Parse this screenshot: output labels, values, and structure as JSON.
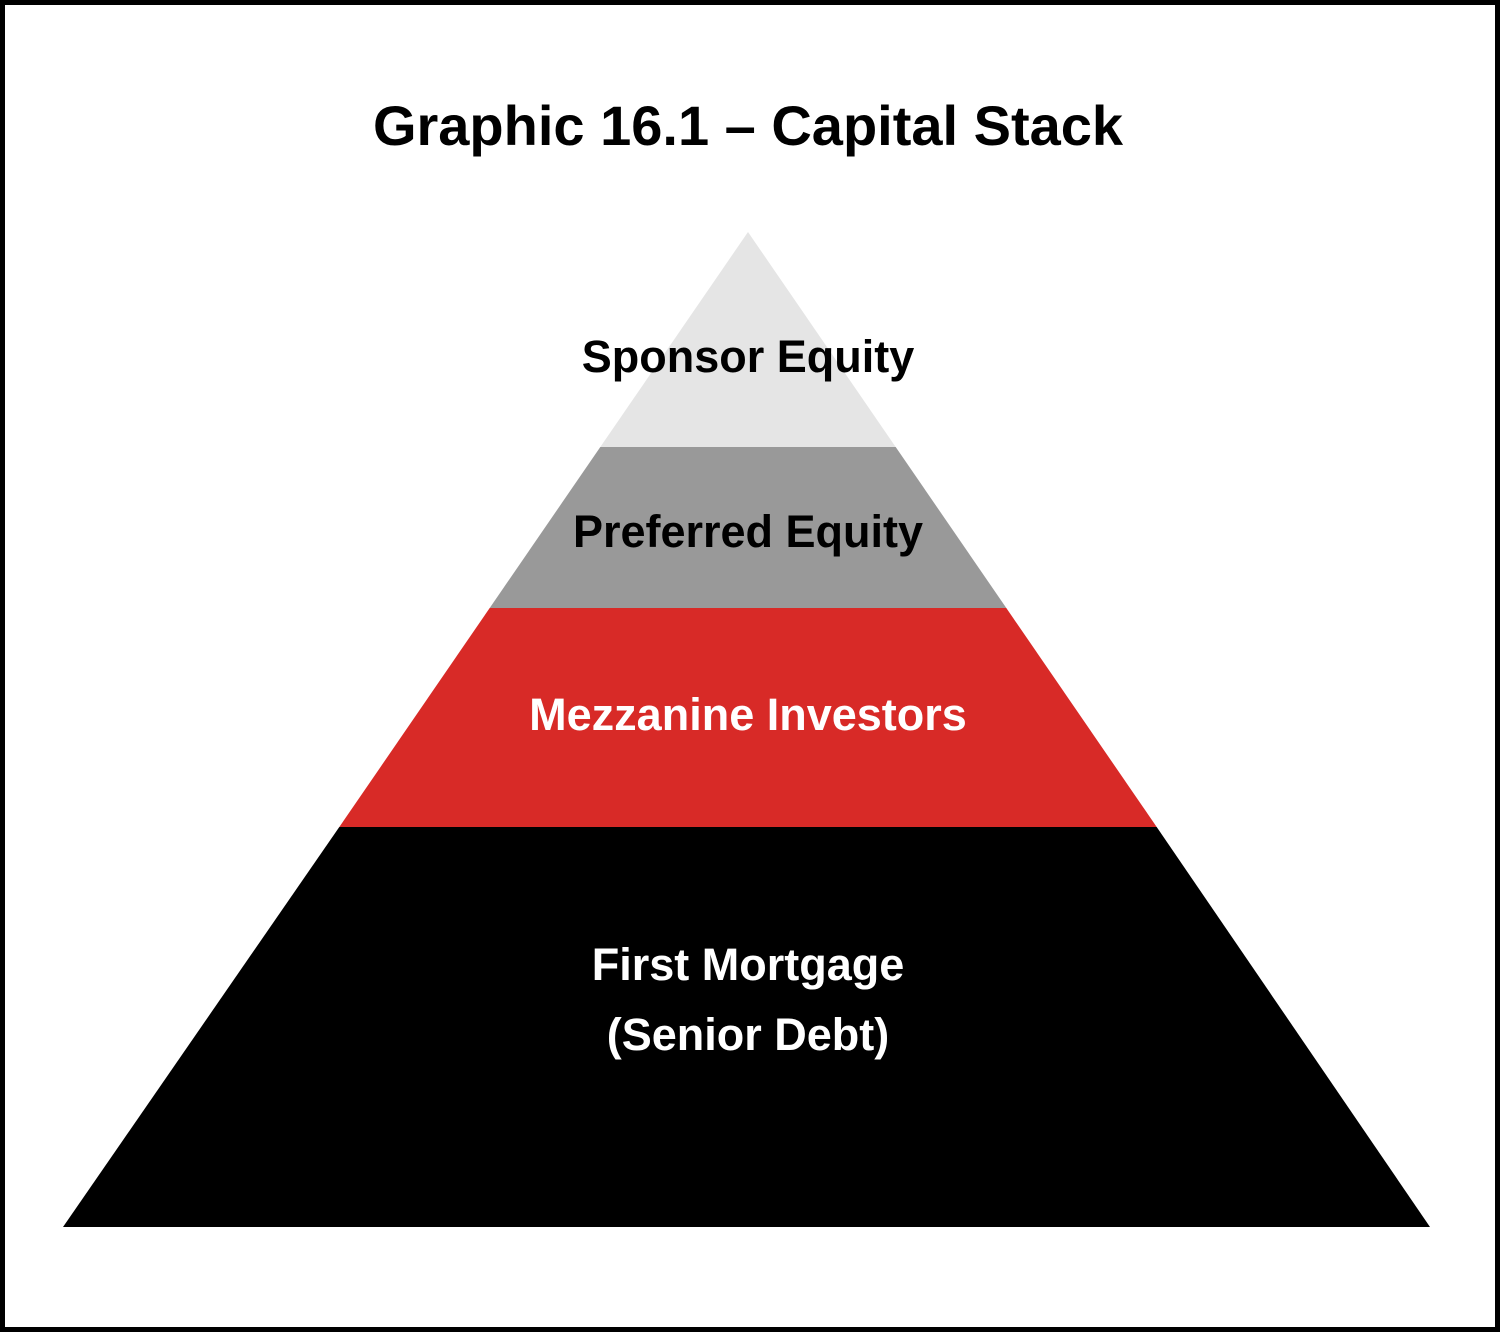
{
  "title": "Graphic 16.1 – Capital Stack",
  "colors": {
    "background": "#ffffff",
    "frame_border": "#000000",
    "title_text": "#000000"
  },
  "pyramid": {
    "type": "layered-pyramid",
    "layers": [
      {
        "label": "Sponsor Equity",
        "fill": "#e5e5e5",
        "text_color": "#000000",
        "position": "top"
      },
      {
        "label": "Preferred Equity",
        "fill": "#999999",
        "text_color": "#000000",
        "position": "second"
      },
      {
        "label": "Mezzanine Investors",
        "fill": "#d82a27",
        "text_color": "#ffffff",
        "position": "third"
      },
      {
        "label_line1": "First Mortgage",
        "label_line2": "(Senior Debt)",
        "fill": "#000000",
        "text_color": "#ffffff",
        "position": "base"
      }
    ]
  }
}
